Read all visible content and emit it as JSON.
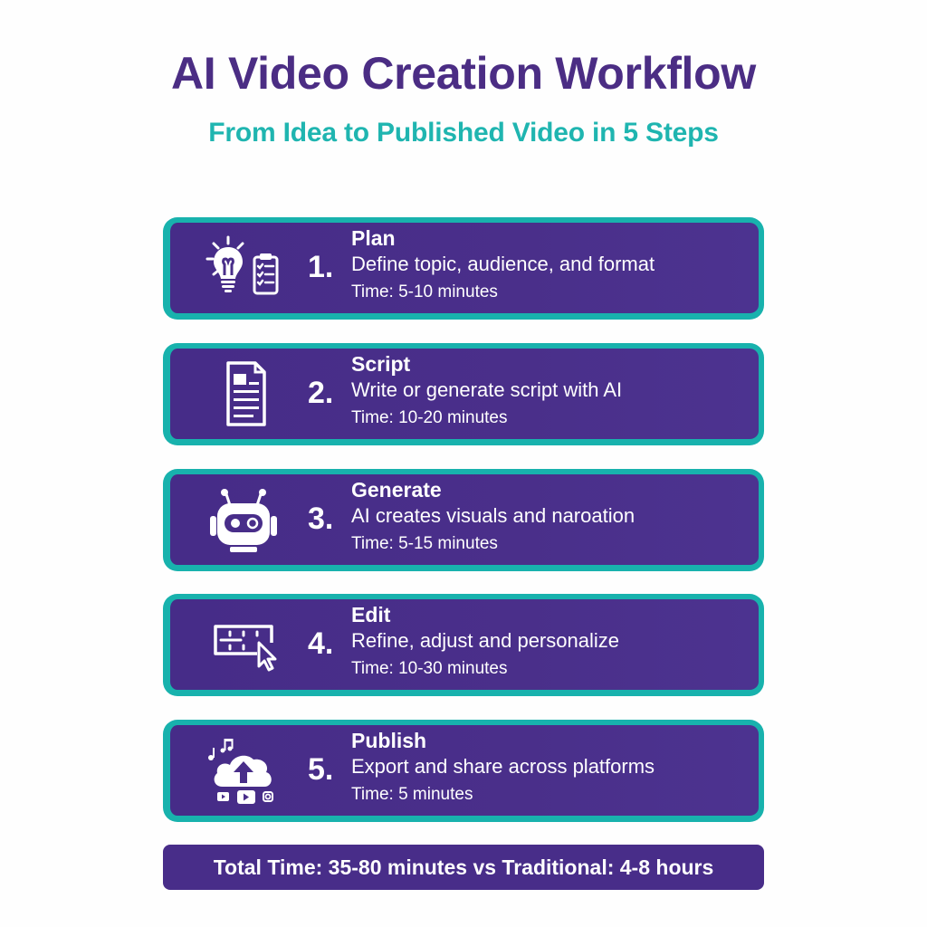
{
  "header": {
    "title": "AI Video Creation Workflow",
    "subtitle": "From Idea to Published Video in 5 Steps"
  },
  "colors": {
    "title": "#4b2d84",
    "subtitle": "#1fb5b0",
    "card_bg": "#482d89",
    "card_border": "#18b2ad",
    "text_on_card": "#ffffff"
  },
  "steps": [
    {
      "number": "1.",
      "title": "Plan",
      "description": "Define topic, audience, and format",
      "time": "Time: 5-10 minutes",
      "icon": "lightbulb-clipboard-icon"
    },
    {
      "number": "2.",
      "title": "Script",
      "description": "Write or generate script with AI",
      "time": "Time: 10-20 minutes",
      "icon": "document-icon"
    },
    {
      "number": "3.",
      "title": "Generate",
      "description": "AI creates visuals and naroation",
      "time": "Time: 5-15 minutes",
      "icon": "robot-icon"
    },
    {
      "number": "4.",
      "title": "Edit",
      "description": "Refine, adjust and personalize",
      "time": "Time: 10-30 minutes",
      "icon": "timeline-cursor-icon"
    },
    {
      "number": "5.",
      "title": "Publish",
      "description": "Export and share across platforms",
      "time": "Time: 5 minutes",
      "icon": "cloud-upload-icon"
    }
  ],
  "footer": {
    "total": "Total Time: 35-80 minutes vs Traditional: 4-8 hours"
  }
}
